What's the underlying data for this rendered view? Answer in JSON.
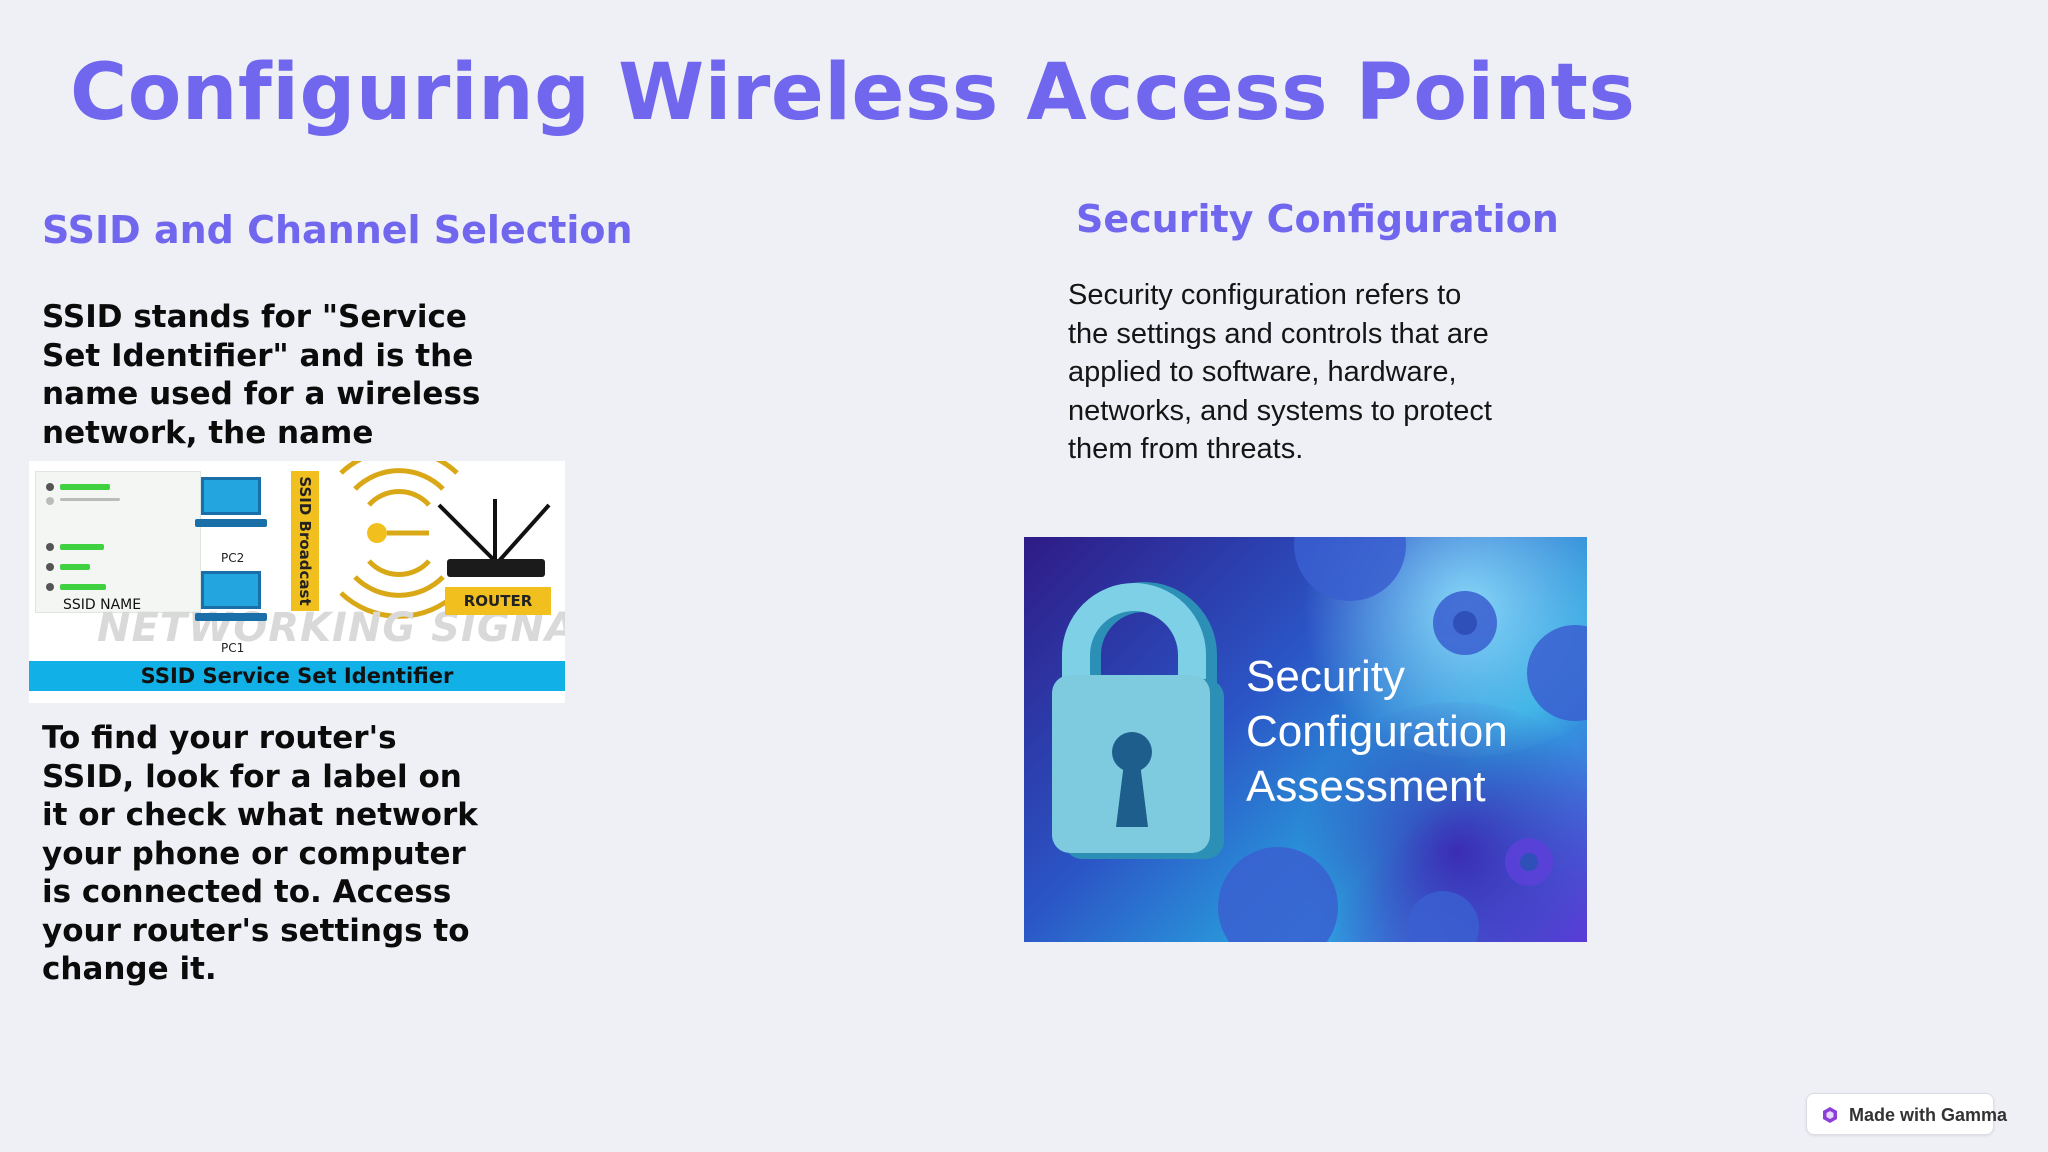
{
  "title": "Configuring Wireless Access Points",
  "left": {
    "heading": "SSID and Channel Selection",
    "para1": "SSID stands for \"Service Set Identifier\" and is the name used for a wireless network, the name",
    "para2": "To find your router's SSID, look for a label on it or check what network your phone or computer is connected to. Access your router's settings to change it.",
    "image": {
      "ssid_name": "SSID NAME",
      "watermark": "NETWORKING SIGNAL",
      "pc2": "PC2",
      "pc1": "PC1",
      "broadcast": "SSID Broadcast",
      "router": "ROUTER",
      "caption": "SSID Service Set Identifier"
    }
  },
  "right": {
    "heading": "Security Configuration",
    "para": "Security configuration refers to the settings and controls that are applied to software, hardware, networks, and systems to protect them from threats.",
    "image": {
      "line1": "Security",
      "line2": "Configuration",
      "line3": "Assessment",
      "icons": [
        "lock-icon",
        "gear-icon"
      ]
    }
  },
  "badge": {
    "label": "Made with Gamma",
    "icon": "gamma-logo-icon"
  },
  "colors": {
    "accent": "#7166ee",
    "background": "#eff0f6"
  }
}
